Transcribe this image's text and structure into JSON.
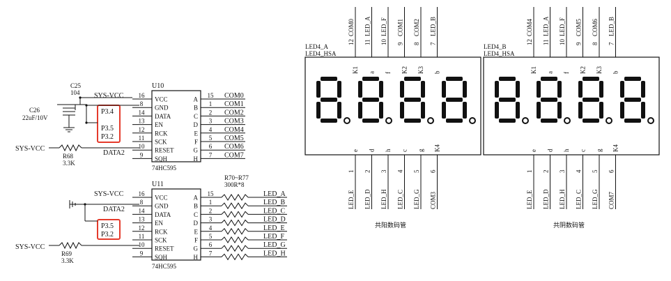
{
  "u10": {
    "ref": "U10",
    "part": "74HC595",
    "left_pins": [
      "VCC",
      "GND",
      "DATA",
      "EN",
      "RCK",
      "SCK",
      "RESET",
      "SQH"
    ],
    "left_nums": [
      "16",
      "8",
      "14",
      "13",
      "12",
      "11",
      "10",
      "9"
    ],
    "right_pins": [
      "A",
      "B",
      "C",
      "D",
      "E",
      "F",
      "G",
      "H"
    ],
    "right_nums": [
      "15",
      "1",
      "2",
      "3",
      "4",
      "5",
      "6",
      "7"
    ],
    "outputs": [
      "COM0",
      "COM1",
      "COM2",
      "COM3",
      "COM4",
      "COM5",
      "COM6",
      "COM7"
    ],
    "supply": "SYS-VCC",
    "data_out": "DATA2",
    "hl_labels": [
      "P3.4",
      "P3.5",
      "P3.2"
    ]
  },
  "u11": {
    "ref": "U11",
    "part": "74HC595",
    "left_pins": [
      "VCC",
      "GND",
      "DATA",
      "EN",
      "RCK",
      "SCK",
      "RESET",
      "SQH"
    ],
    "left_nums": [
      "16",
      "8",
      "14",
      "13",
      "12",
      "11",
      "10",
      "9"
    ],
    "right_pins": [
      "A",
      "B",
      "C",
      "D",
      "E",
      "F",
      "G",
      "H"
    ],
    "right_nums": [
      "15",
      "1",
      "2",
      "3",
      "4",
      "5",
      "6",
      "7"
    ],
    "outputs": [
      "LED_A",
      "LED_B",
      "LED_C",
      "LED_D",
      "LED_E",
      "LED_F",
      "LED_G",
      "LED_H"
    ],
    "supply": "SYS-VCC",
    "data_in": "DATA2",
    "hl_labels": [
      "P3.5",
      "P3.2"
    ]
  },
  "passives": {
    "c25_ref": "C25",
    "c25_val": "104",
    "c26_ref": "C26",
    "c26_val": "22uF/10V",
    "r68_ref": "R68",
    "r68_val": "3.3K",
    "r69_ref": "R69",
    "r69_val": "3.3K",
    "rn_ref": "R70~R77",
    "rn_val": "300R*8",
    "sysvcc": "SYS-VCC"
  },
  "display_a": {
    "ref": "LED4_A",
    "part": "LED4_HSA",
    "top_pins": [
      {
        "num": "12",
        "net": "COM0"
      },
      {
        "num": "11",
        "net": "LED_A"
      },
      {
        "num": "10",
        "net": "LED_F"
      },
      {
        "num": "9",
        "net": "COM1"
      },
      {
        "num": "8",
        "net": "COM2"
      },
      {
        "num": "7",
        "net": "LED_B"
      }
    ],
    "bottom_pins": [
      {
        "num": "1",
        "net": "LED_E"
      },
      {
        "num": "2",
        "net": "LED_D"
      },
      {
        "num": "3",
        "net": "LED_H"
      },
      {
        "num": "4",
        "net": "LED_C"
      },
      {
        "num": "5",
        "net": "LED_G"
      },
      {
        "num": "6",
        "net": "COM3"
      }
    ],
    "inner_top": [
      "K1",
      "a",
      "f",
      "K2",
      "K3",
      "b"
    ],
    "inner_bottom": [
      "e",
      "d",
      "h",
      "c",
      "g",
      "K4"
    ],
    "caption": "共阳数码管"
  },
  "display_b": {
    "ref": "LED4_B",
    "part": "LED4_HSA",
    "top_pins": [
      {
        "num": "12",
        "net": "COM4"
      },
      {
        "num": "11",
        "net": "LED_A"
      },
      {
        "num": "10",
        "net": "LED_F"
      },
      {
        "num": "9",
        "net": "COM5"
      },
      {
        "num": "8",
        "net": "COM6"
      },
      {
        "num": "7",
        "net": "LED_B"
      }
    ],
    "bottom_pins": [
      {
        "num": "1",
        "net": "LED_E"
      },
      {
        "num": "2",
        "net": "LED_D"
      },
      {
        "num": "3",
        "net": "LED_H"
      },
      {
        "num": "4",
        "net": "LED_C"
      },
      {
        "num": "5",
        "net": "LED_G"
      },
      {
        "num": "6",
        "net": "COM7"
      }
    ],
    "inner_top": [
      "K1",
      "a",
      "f",
      "K2",
      "K3",
      "b"
    ],
    "inner_bottom": [
      "e",
      "d",
      "h",
      "c",
      "g",
      "K4"
    ],
    "caption": "共阴数码管"
  },
  "colors": {
    "ink": "#111111",
    "highlight": "#e53a2b"
  }
}
